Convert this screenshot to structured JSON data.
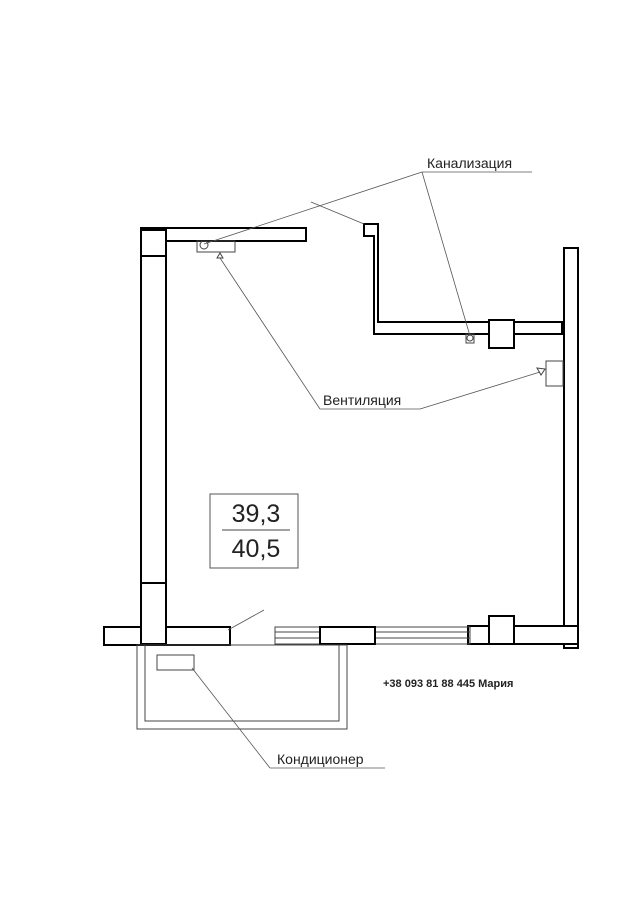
{
  "labels": {
    "sewer": "Канализация",
    "ventilation": "Вентиляция",
    "conditioner": "Кондиционер"
  },
  "area": {
    "living": "39,3",
    "total": "40,5"
  },
  "contact": "+38 093 81 88 445 Мария"
}
